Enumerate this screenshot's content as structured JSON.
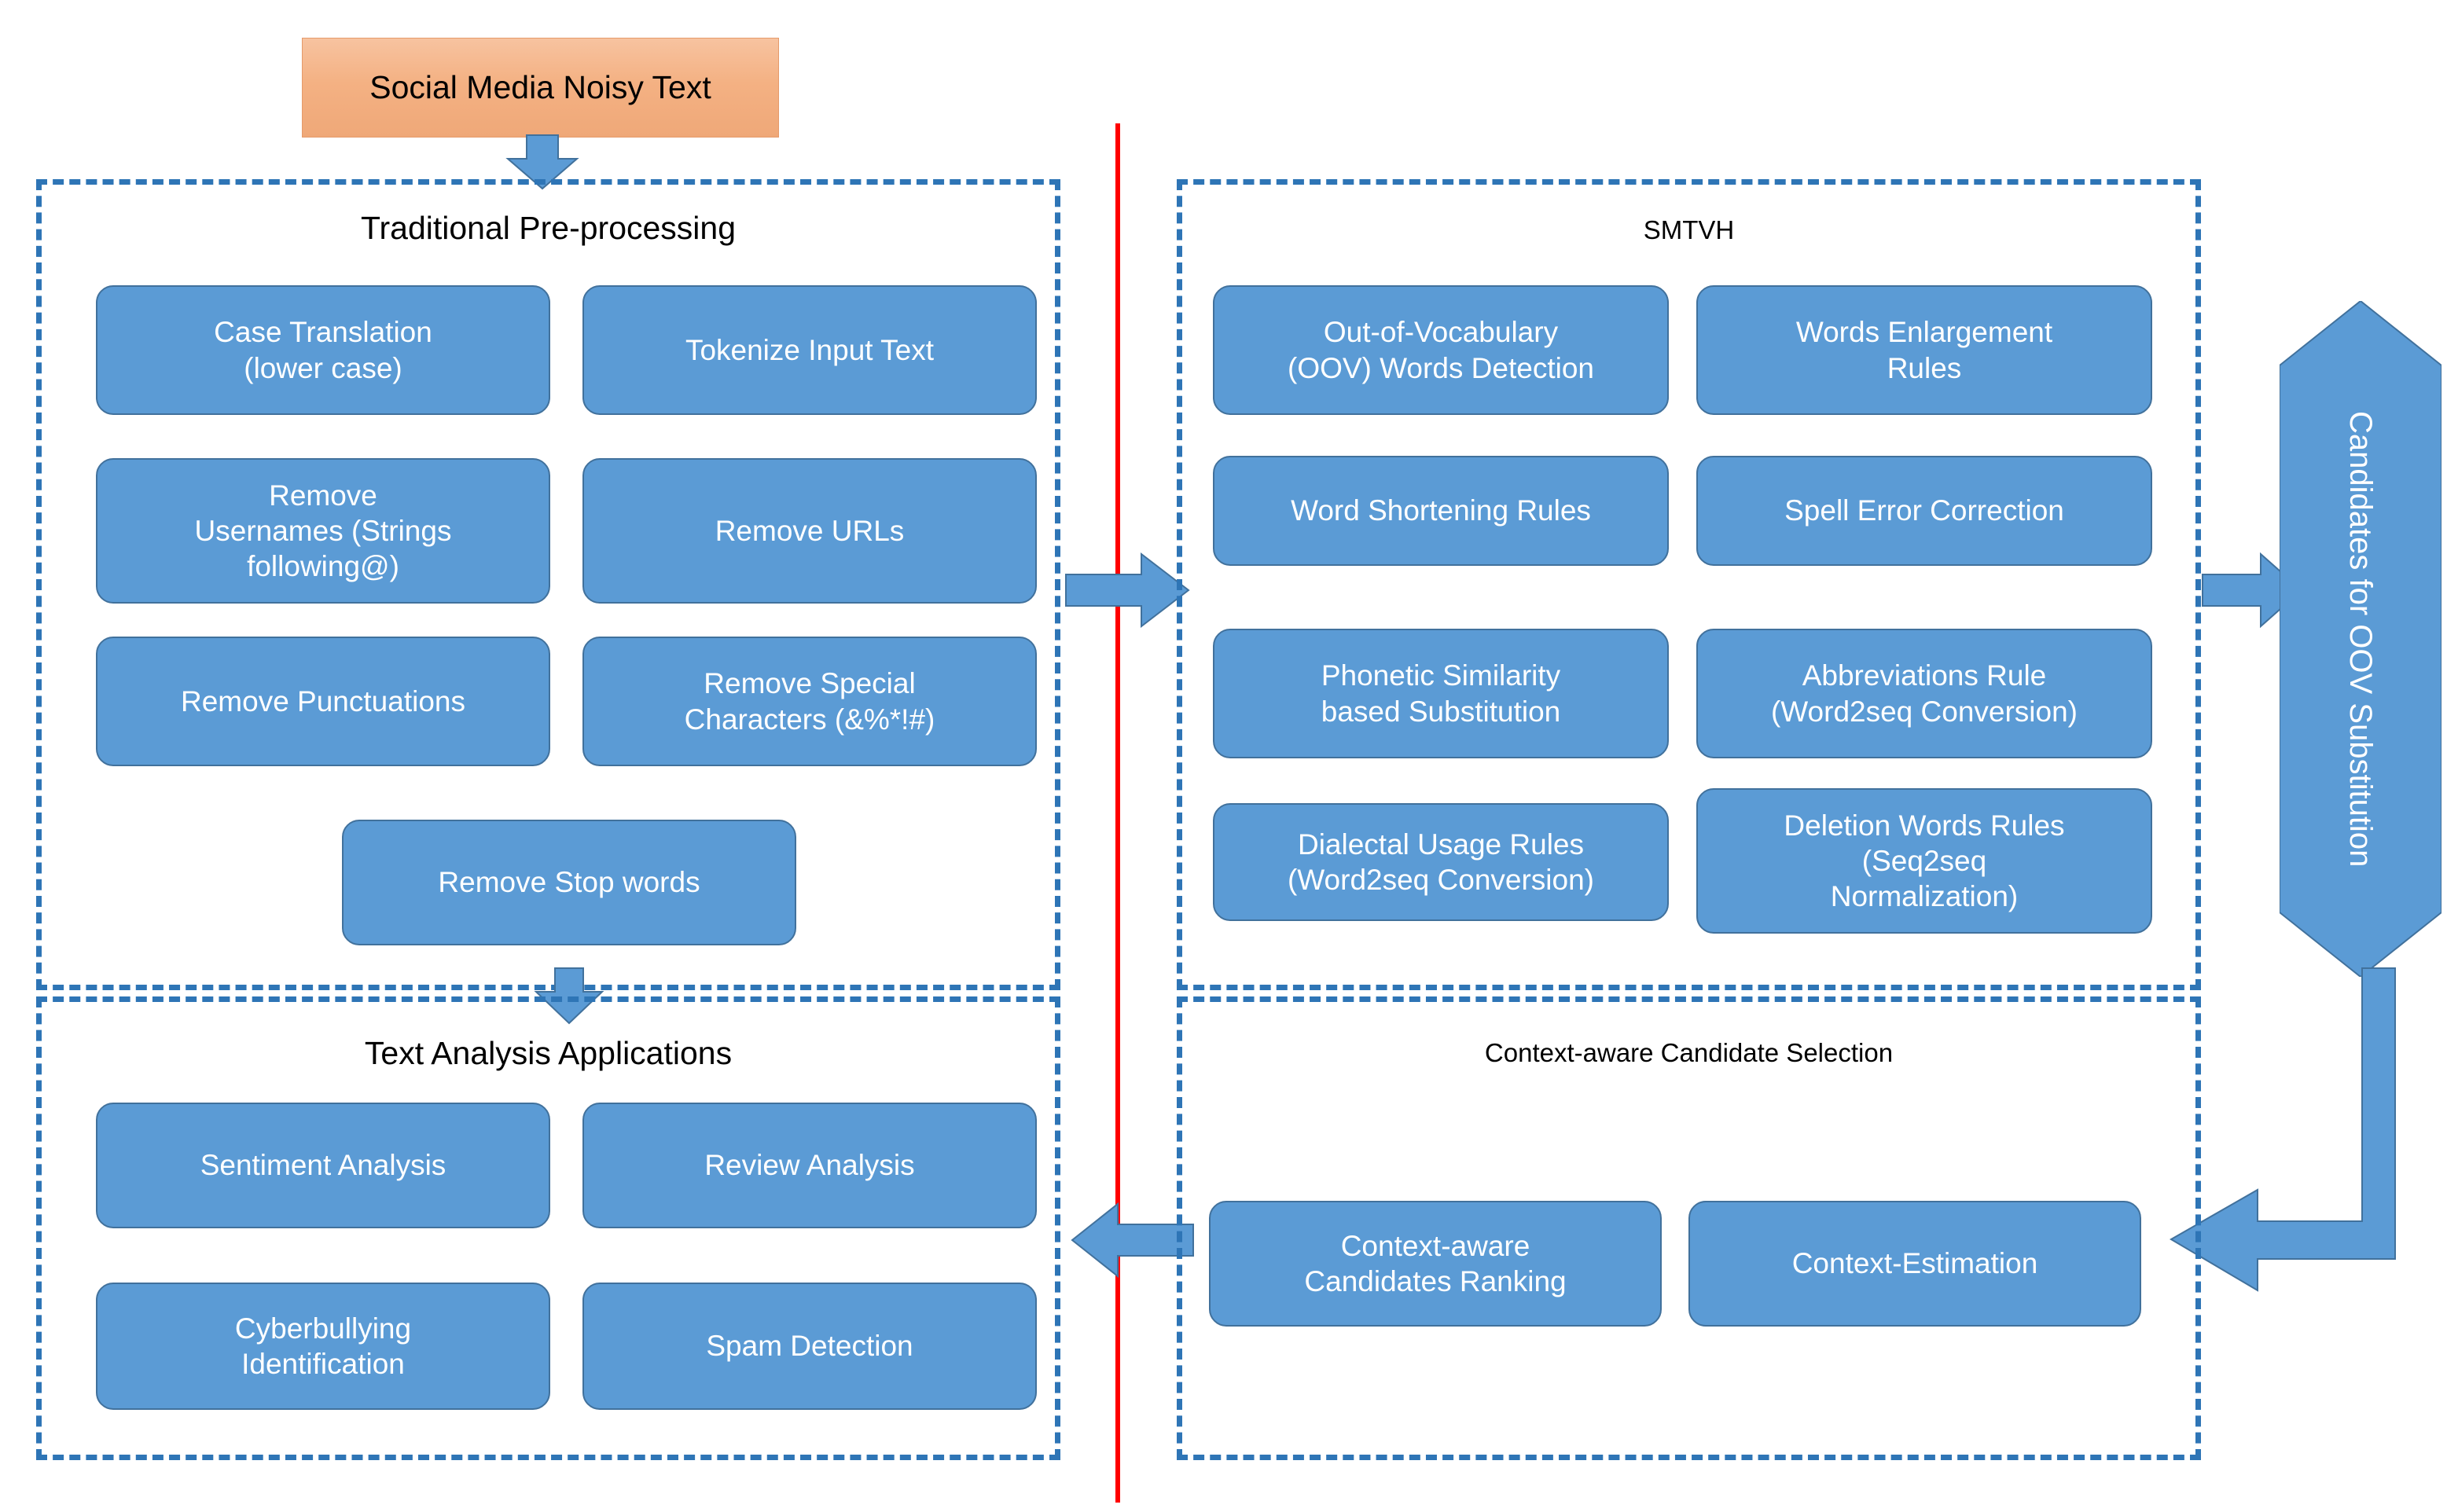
{
  "diagram": {
    "title_input": "Social Media Noisy Text",
    "colors": {
      "process_fill": "#5B9BD5",
      "process_border": "#41719C",
      "panel_border": "#2E75B6",
      "input_fill": "#F4B183",
      "divider": "#FF0000",
      "arrow_fill": "#5B9BD5",
      "arrow_stroke": "#41719C",
      "text_on_process": "#FFFFFF",
      "text_on_panel": "#000000"
    },
    "input_node": {
      "label": "Social Media Noisy Text"
    },
    "panels": [
      {
        "id": "traditional-preprocessing",
        "title": "Traditional Pre-processing",
        "boxes": [
          {
            "label": "Case Translation\n(lower case)"
          },
          {
            "label": "Tokenize Input Text"
          },
          {
            "label": "Remove\nUsernames (Strings\nfollowing@)"
          },
          {
            "label": "Remove URLs"
          },
          {
            "label": "Remove Punctuations"
          },
          {
            "label": "Remove Special\nCharacters (&%*!#)"
          },
          {
            "label": "Remove Stop words"
          }
        ]
      },
      {
        "id": "smtvh",
        "title": "SMTVH",
        "boxes": [
          {
            "label": "Out-of-Vocabulary\n(OOV) Words Detection"
          },
          {
            "label": "Words Enlargement\nRules"
          },
          {
            "label": "Word Shortening Rules"
          },
          {
            "label": "Spell Error Correction"
          },
          {
            "label": "Phonetic Similarity\nbased Substitution"
          },
          {
            "label": "Abbreviations Rule\n(Word2seq Conversion)"
          },
          {
            "label": "Dialectal Usage Rules\n(Word2seq Conversion)"
          },
          {
            "label": "Deletion Words Rules\n(Seq2seq\nNormalization)"
          }
        ]
      },
      {
        "id": "text-analysis-applications",
        "title": "Text Analysis Applications",
        "boxes": [
          {
            "label": "Sentiment Analysis"
          },
          {
            "label": "Review Analysis"
          },
          {
            "label": "Cyberbullying\nIdentification"
          },
          {
            "label": "Spam Detection"
          }
        ]
      },
      {
        "id": "context-aware-candidate-selection",
        "title": "Context-aware Candidate Selection",
        "boxes": [
          {
            "label": "Context-aware\nCandidates Ranking"
          },
          {
            "label": "Context-Estimation"
          }
        ]
      }
    ],
    "pipeline_node": {
      "label": "Candidates for OOV Substitution"
    },
    "labels": {
      "t1_b1": "Case Translation\n(lower case)",
      "t1_b2": "Tokenize Input Text",
      "t1_b3": "Remove\nUsernames (Strings\nfollowing@)",
      "t1_b4": "Remove URLs",
      "t1_b5": "Remove Punctuations",
      "t1_b6": "Remove Special\nCharacters (&%*!#)",
      "t1_b7": "Remove Stop words",
      "t2_b1": "Out-of-Vocabulary\n(OOV) Words Detection",
      "t2_b2": "Words Enlargement\nRules",
      "t2_b3": "Word Shortening Rules",
      "t2_b4": "Spell Error Correction",
      "t2_b5": "Phonetic Similarity\nbased Substitution",
      "t2_b6": "Abbreviations Rule\n(Word2seq Conversion)",
      "t2_b7": "Dialectal Usage Rules\n(Word2seq Conversion)",
      "t2_b8": "Deletion Words Rules\n(Seq2seq\nNormalization)",
      "t3_b1": "Sentiment Analysis",
      "t3_b2": "Review Analysis",
      "t3_b3": "Cyberbullying\nIdentification",
      "t3_b4": "Spam Detection",
      "t4_b1": "Context-aware\nCandidates Ranking",
      "t4_b2": "Context-Estimation",
      "panel1_title": "Traditional Pre-processing",
      "panel2_title": "SMTVH",
      "panel3_title": "Text Analysis Applications",
      "panel4_title": "Context-aware Candidate Selection",
      "hex_label": "Candidates for OOV Substitution"
    },
    "connectors": [
      {
        "id": "input-to-preprocessing",
        "direction": "down"
      },
      {
        "id": "preprocessing-to-smtvh",
        "direction": "right"
      },
      {
        "id": "smtvh-to-candidates",
        "direction": "right"
      },
      {
        "id": "candidates-to-context-selection",
        "direction": "down-left-elbow"
      },
      {
        "id": "context-selection-to-applications",
        "direction": "left"
      },
      {
        "id": "preprocessing-to-applications",
        "direction": "down"
      }
    ]
  }
}
